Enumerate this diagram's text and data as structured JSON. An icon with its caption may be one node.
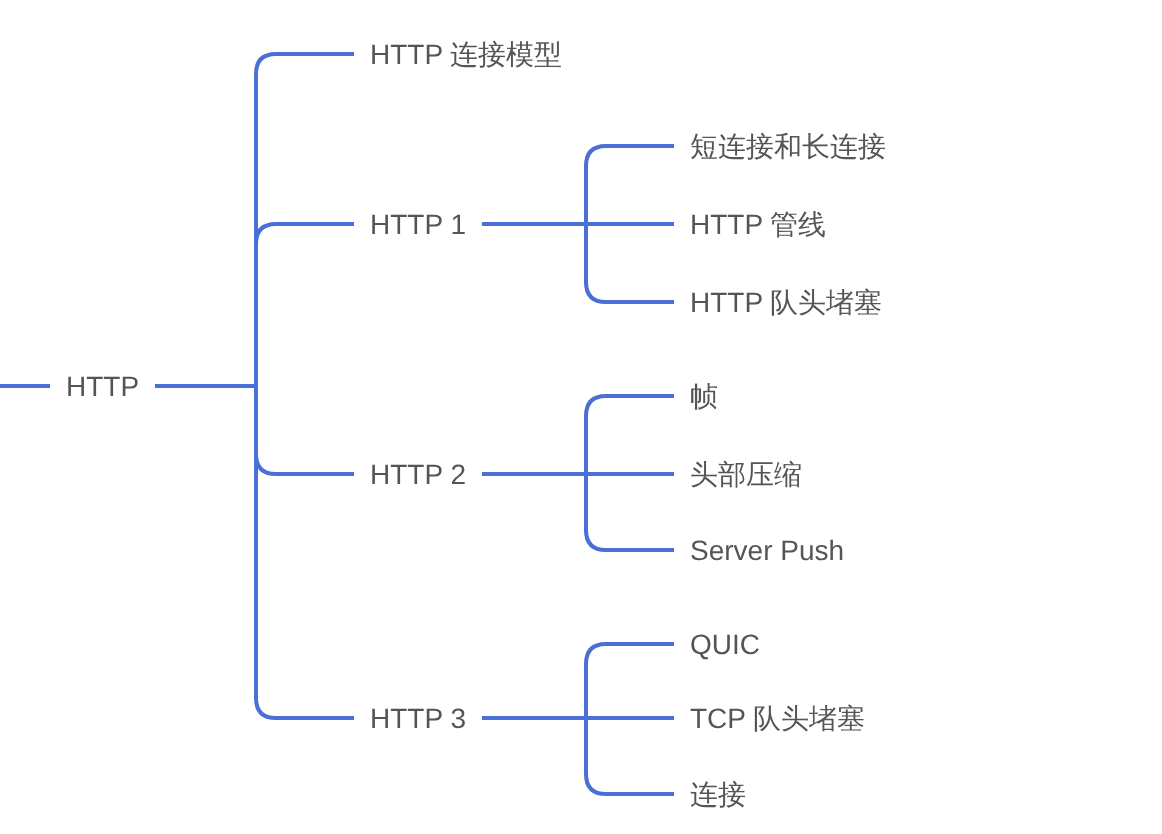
{
  "diagram": {
    "nodes": [
      {
        "text": [
          "HTTP"
        ]
      },
      {
        "text": [
          "HTTP 连接模型"
        ]
      },
      {
        "text": [
          "HTTP 1"
        ]
      },
      {
        "text": [
          "短连接和长连接"
        ]
      },
      {
        "text": [
          "HTTP 管线"
        ]
      },
      {
        "text": [
          "HTTP 队头堵塞"
        ]
      },
      {
        "text": [
          "HTTP 2"
        ]
      },
      {
        "text": [
          "帧"
        ]
      },
      {
        "text": [
          "头部压缩"
        ]
      },
      {
        "text": [
          "Server Push"
        ]
      },
      {
        "text": [
          "HTTP 3"
        ]
      },
      {
        "text": [
          "QUIC"
        ]
      },
      {
        "text": [
          "TCP 队头堵塞"
        ]
      },
      {
        "text": [
          "连接"
        ]
      }
    ],
    "edges": [
      {
        "from": null,
        "to": 0,
        "arrow": "none"
      },
      {
        "from": 0,
        "to": 1,
        "arrow": "none"
      },
      {
        "from": 0,
        "to": 2,
        "arrow": "none"
      },
      {
        "from": 0,
        "to": 6,
        "arrow": "none"
      },
      {
        "from": 0,
        "to": 10,
        "arrow": "none"
      },
      {
        "from": 2,
        "to": 3,
        "arrow": "none"
      },
      {
        "from": 2,
        "to": 4,
        "arrow": "none"
      },
      {
        "from": 2,
        "to": 5,
        "arrow": "none"
      },
      {
        "from": 6,
        "to": 7,
        "arrow": "none"
      },
      {
        "from": 6,
        "to": 8,
        "arrow": "none"
      },
      {
        "from": 6,
        "to": 9,
        "arrow": "none"
      },
      {
        "from": 10,
        "to": 11,
        "arrow": "none"
      },
      {
        "from": 10,
        "to": 12,
        "arrow": "none"
      },
      {
        "from": 10,
        "to": 13,
        "arrow": "none"
      }
    ]
  }
}
